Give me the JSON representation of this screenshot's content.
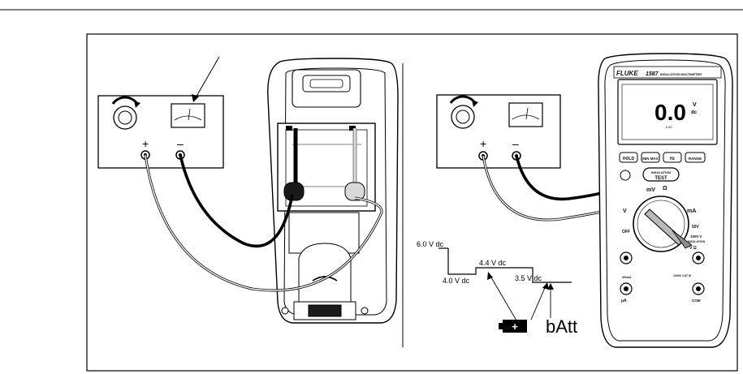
{
  "left_panel": {
    "supply_plus": "+",
    "supply_minus": "–"
  },
  "right_panel": {
    "supply_plus": "+",
    "supply_minus": "–",
    "voltage_steps": [
      "6.0 V dc",
      "4.4 V dc",
      "4.0 V dc",
      "3.5 V dc"
    ],
    "battery_symbol_label": "+",
    "batt_display_text": "bAtt"
  },
  "meter": {
    "brand": "FLUKE",
    "model": "1587",
    "model_subtitle": "INSULATION MULTIMETER",
    "display_value": "0.0",
    "display_unit_v": "V",
    "display_unit_dc": "dc",
    "display_sub": "k 00",
    "buttons": [
      "HOLD",
      "MIN MAX",
      "Hz",
      "RANGE"
    ],
    "insulation_label": "INSULATION",
    "test_label": "TEST",
    "dial_labels": [
      "mV",
      "Ω",
      "mA",
      "OFF",
      "V",
      "50V",
      "1000 V",
      "INSULATION"
    ],
    "jack_labels": [
      "V Ω",
      "COM",
      "μA",
      "1000V CAT III",
      "400mA"
    ],
    "colors": {
      "outline": "#000000",
      "panel": "#ffffff",
      "probe_gray": "#c8c8c8"
    }
  }
}
